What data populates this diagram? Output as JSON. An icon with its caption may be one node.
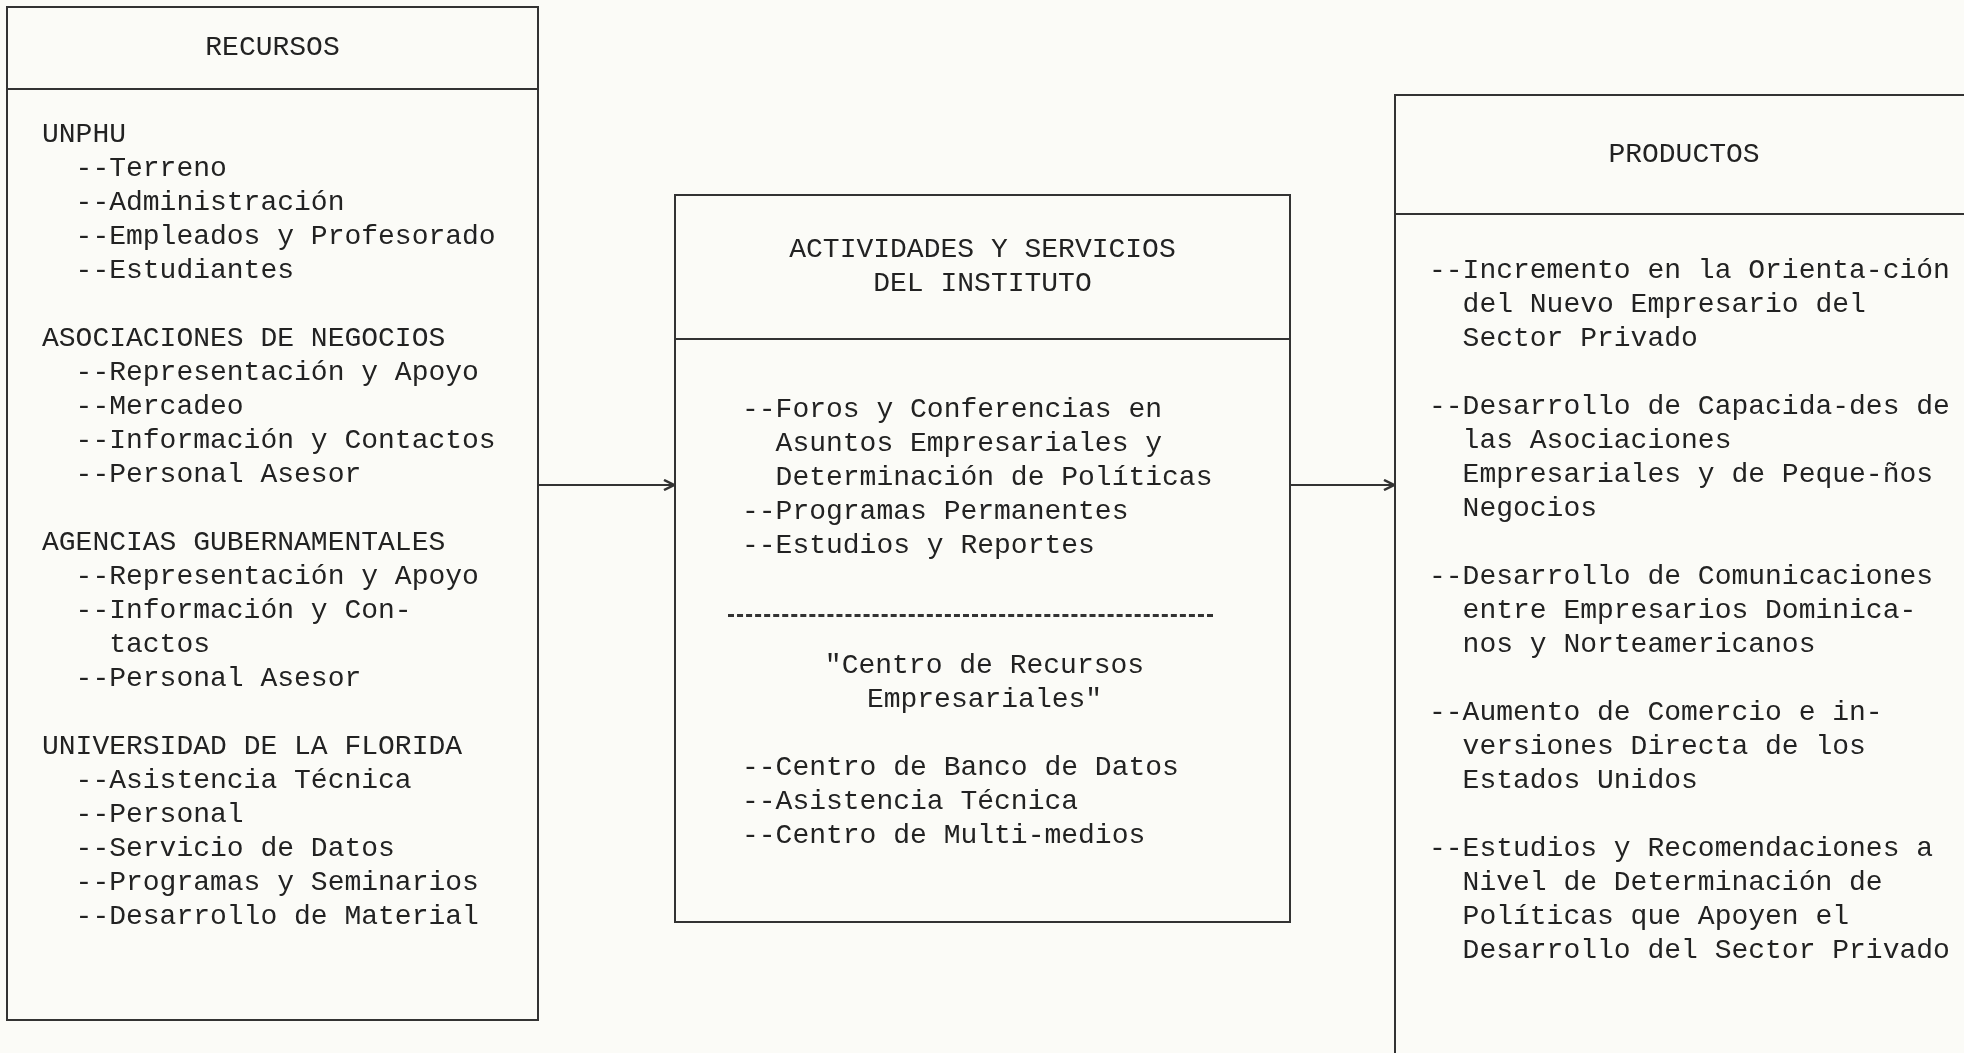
{
  "diagram": {
    "nodes": [
      {
        "text": [
          "RECURSOS",
          "UNPHU",
          "--Terreno",
          "--Administración",
          "--Empleados y Profesorado",
          "--Estudiantes",
          "ASOCIACIONES DE NEGOCIOS",
          "--Representación y Apoyo",
          "--Mercadeo",
          "--Información y Contactos",
          "--Personal Asesor",
          "AGENCIAS GUBERNAMENTALES",
          "--Representación y Apoyo",
          "--Información y Con-tactos",
          "--Personal Asesor",
          "UNIVERSIDAD DE LA FLORIDA",
          "--Asistencia Técnica",
          "--Personal",
          "--Servicio de Datos",
          "--Programas y Seminarios",
          "--Desarrollo de Material"
        ]
      },
      {
        "text": [
          "ACTIVIDADES Y SERVICIOS DEL INSTITUTO",
          "--Foros y Conferencias en Asuntos Empresariales y Determinación de Políticas",
          "--Programas Permanentes",
          "--Estudios y Reportes",
          "\"Centro de Recursos Empresariales\"",
          "--Centro de Banco de Datos",
          "--Asistencia Técnica",
          "--Centro de Multi-medios"
        ]
      },
      {
        "text": [
          "PRODUCTOS",
          "--Incremento en la Orienta-ción del Nuevo Empresario del Sector Privado",
          "--Desarrollo de Capacida-des de las Asociaciones Empresariales y de Peque-ños Negocios",
          "--Desarrollo de Comunicaciones entre Empresarios Dominica-nos y Norteamericanos",
          "--Aumento de Comercio e in-versiones Directa de los Estados Unidos",
          "--Estudios y Recomendaciones a Nivel de Determinación de Políticas que Apoyen el Desarrollo del Sector Privado"
        ]
      }
    ],
    "edges": [
      {
        "from": 0,
        "to": 1,
        "arrow": "to"
      },
      {
        "from": 1,
        "to": 2,
        "arrow": "to"
      }
    ]
  }
}
